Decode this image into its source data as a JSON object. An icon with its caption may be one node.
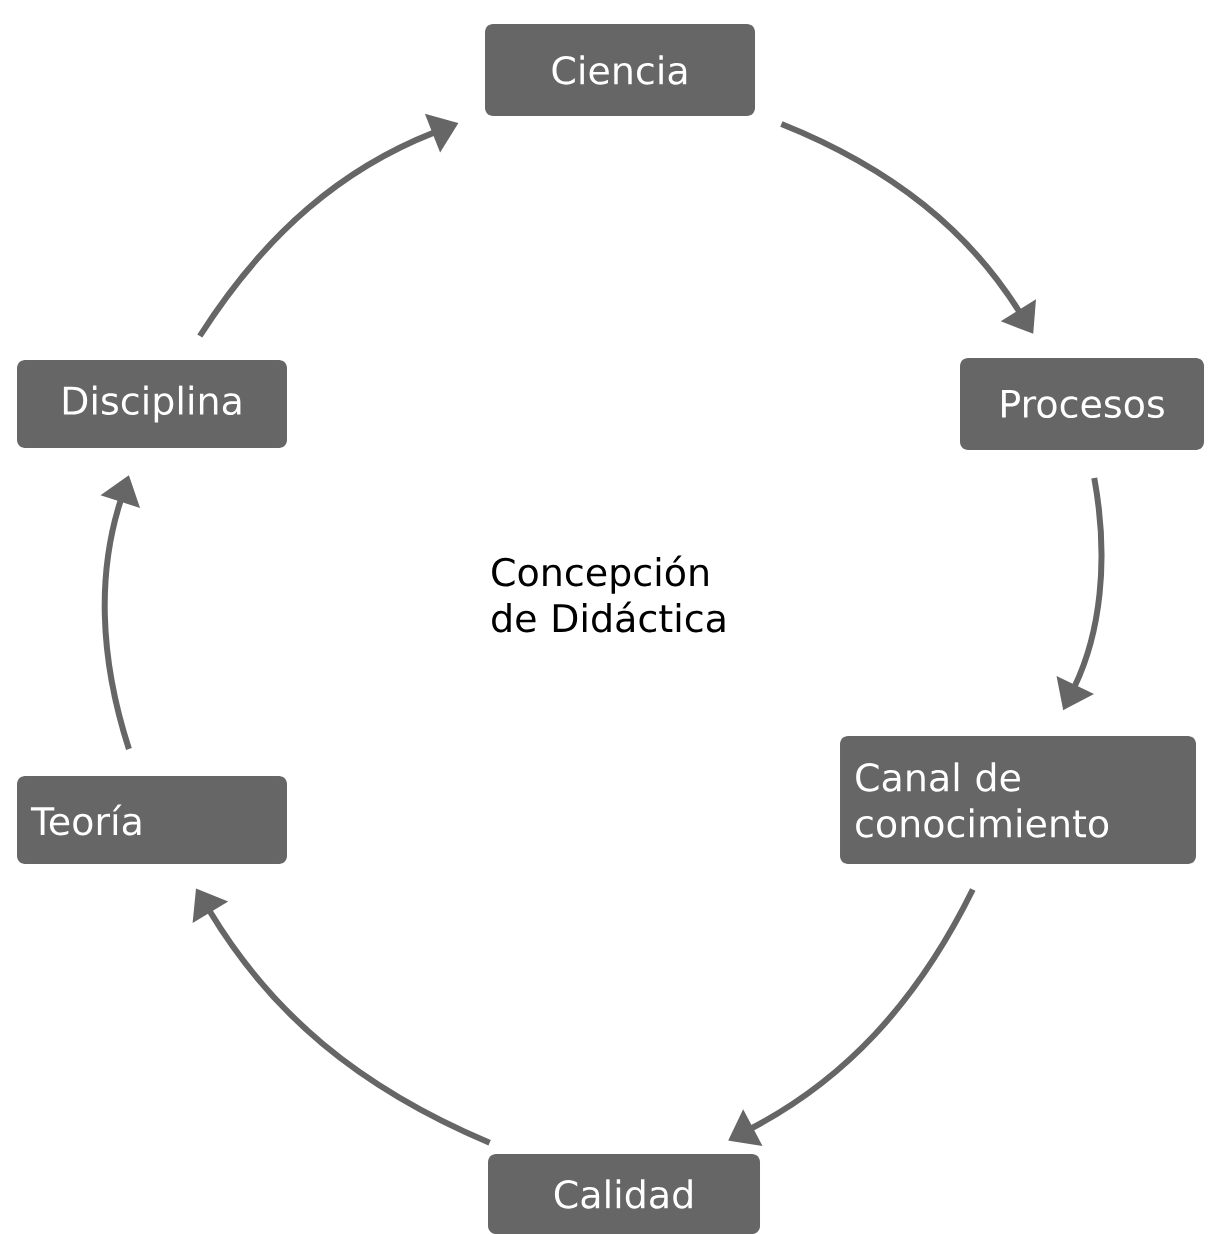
{
  "diagram": {
    "nodes": [
      {
        "text": [
          "Ciencia"
        ]
      },
      {
        "text": [
          "Procesos"
        ]
      },
      {
        "text": [
          "Canal de conocimiento"
        ]
      },
      {
        "text": [
          "Calidad"
        ]
      },
      {
        "text": [
          "Teoría"
        ]
      },
      {
        "text": [
          "Disciplina"
        ]
      }
    ],
    "edges": [
      {
        "from": 0,
        "to": 1,
        "arrow": "to"
      },
      {
        "from": 1,
        "to": 2,
        "arrow": "to"
      },
      {
        "from": 2,
        "to": 3,
        "arrow": "to"
      },
      {
        "from": 3,
        "to": 4,
        "arrow": "to"
      },
      {
        "from": 4,
        "to": 5,
        "arrow": "to"
      },
      {
        "from": 5,
        "to": 0,
        "arrow": "to"
      }
    ],
    "labels": [
      "Concepción de Didáctica"
    ]
  }
}
